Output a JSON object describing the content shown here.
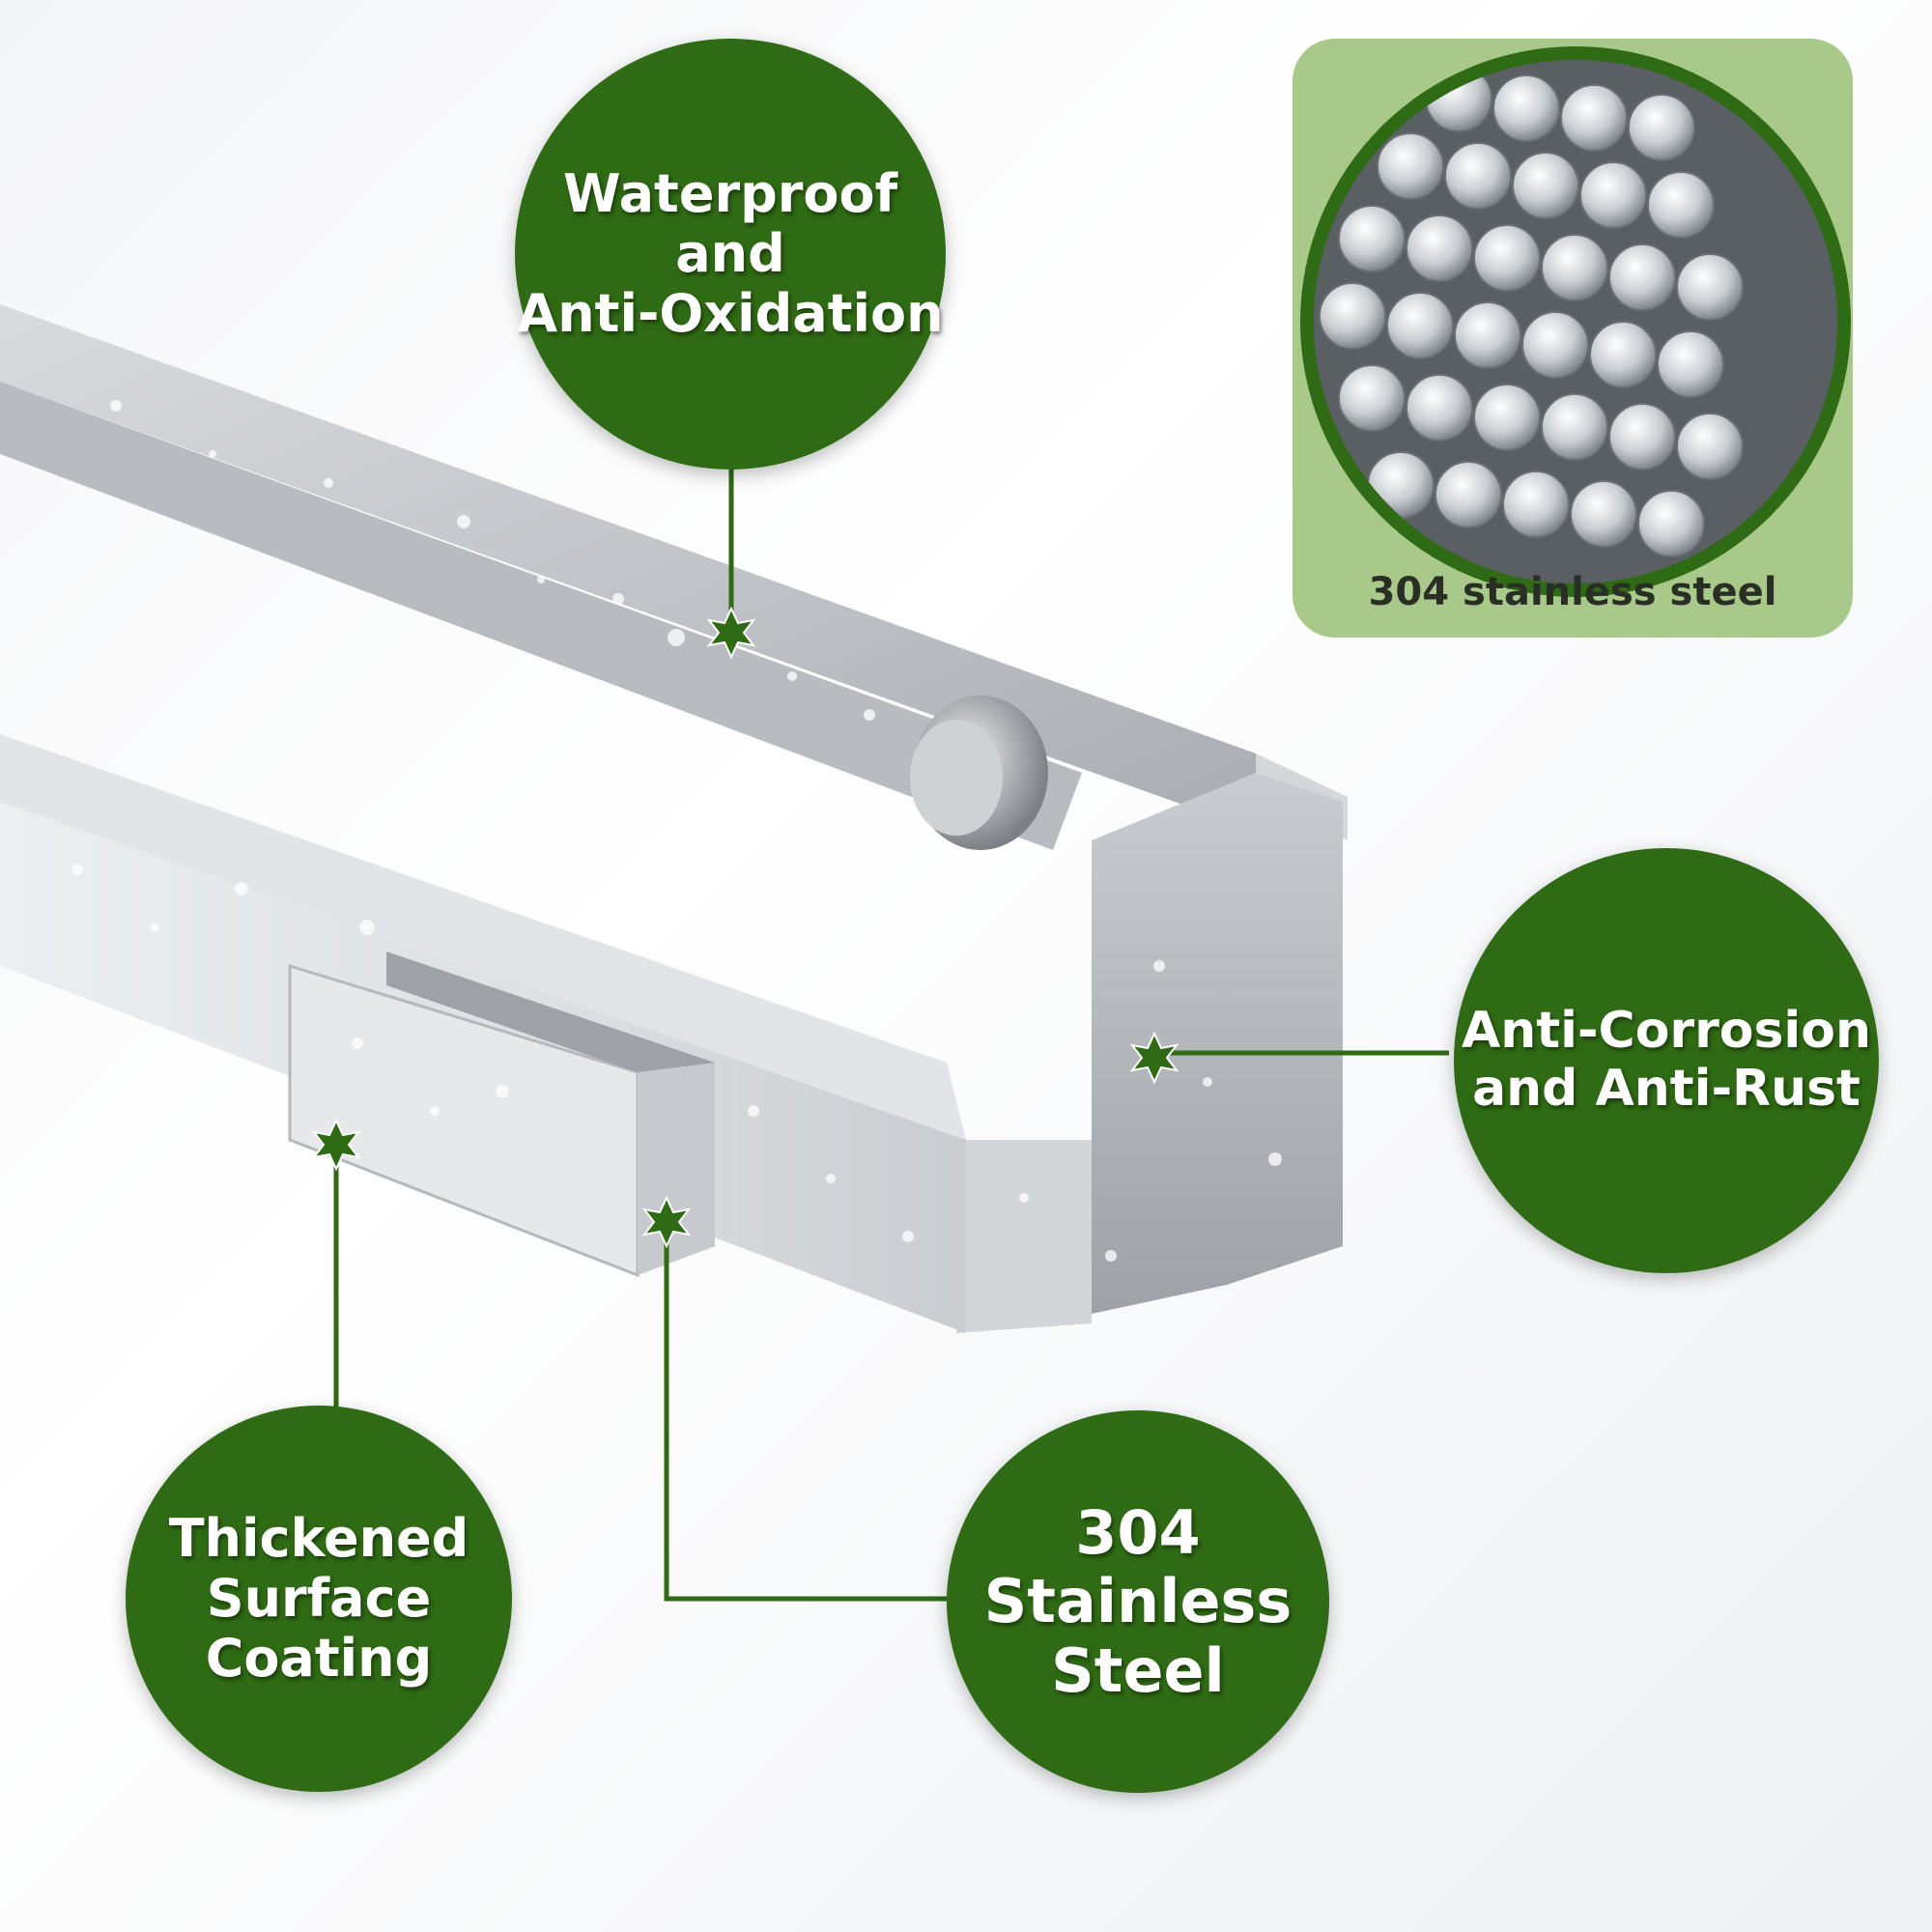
{
  "callouts": {
    "waterproof": [
      "Waterproof",
      "and",
      "Anti-Oxidation"
    ],
    "anti_corrosion": [
      "Anti-Corrosion",
      "and Anti-Rust"
    ],
    "thickened": [
      "Thickened",
      "Surface",
      "Coating"
    ],
    "stainless": [
      "304",
      "Stainless",
      "Steel"
    ]
  },
  "inset": {
    "caption": "304 stainless steel"
  },
  "colors": {
    "callout_green": "#2f6b14",
    "inset_card": "#a9c98a",
    "connector": "#2f6b14"
  },
  "icons": {
    "marker": "star-marker-icon"
  }
}
